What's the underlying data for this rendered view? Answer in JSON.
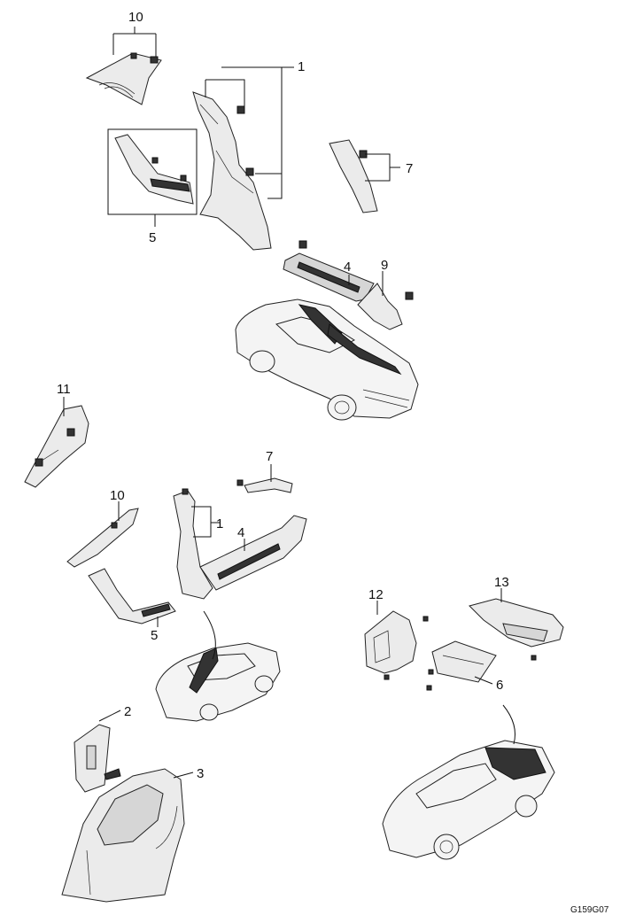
{
  "callouts": {
    "c1a": "1",
    "c1b": "1",
    "c2": "2",
    "c3": "3",
    "c4a": "4",
    "c4b": "4",
    "c5a": "5",
    "c5b": "5",
    "c6": "6",
    "c7a": "7",
    "c7b": "7",
    "c9": "9",
    "c10a": "10",
    "c10b": "10",
    "c11": "11",
    "c12": "12",
    "c13": "13"
  },
  "reference_code": "G159G07"
}
